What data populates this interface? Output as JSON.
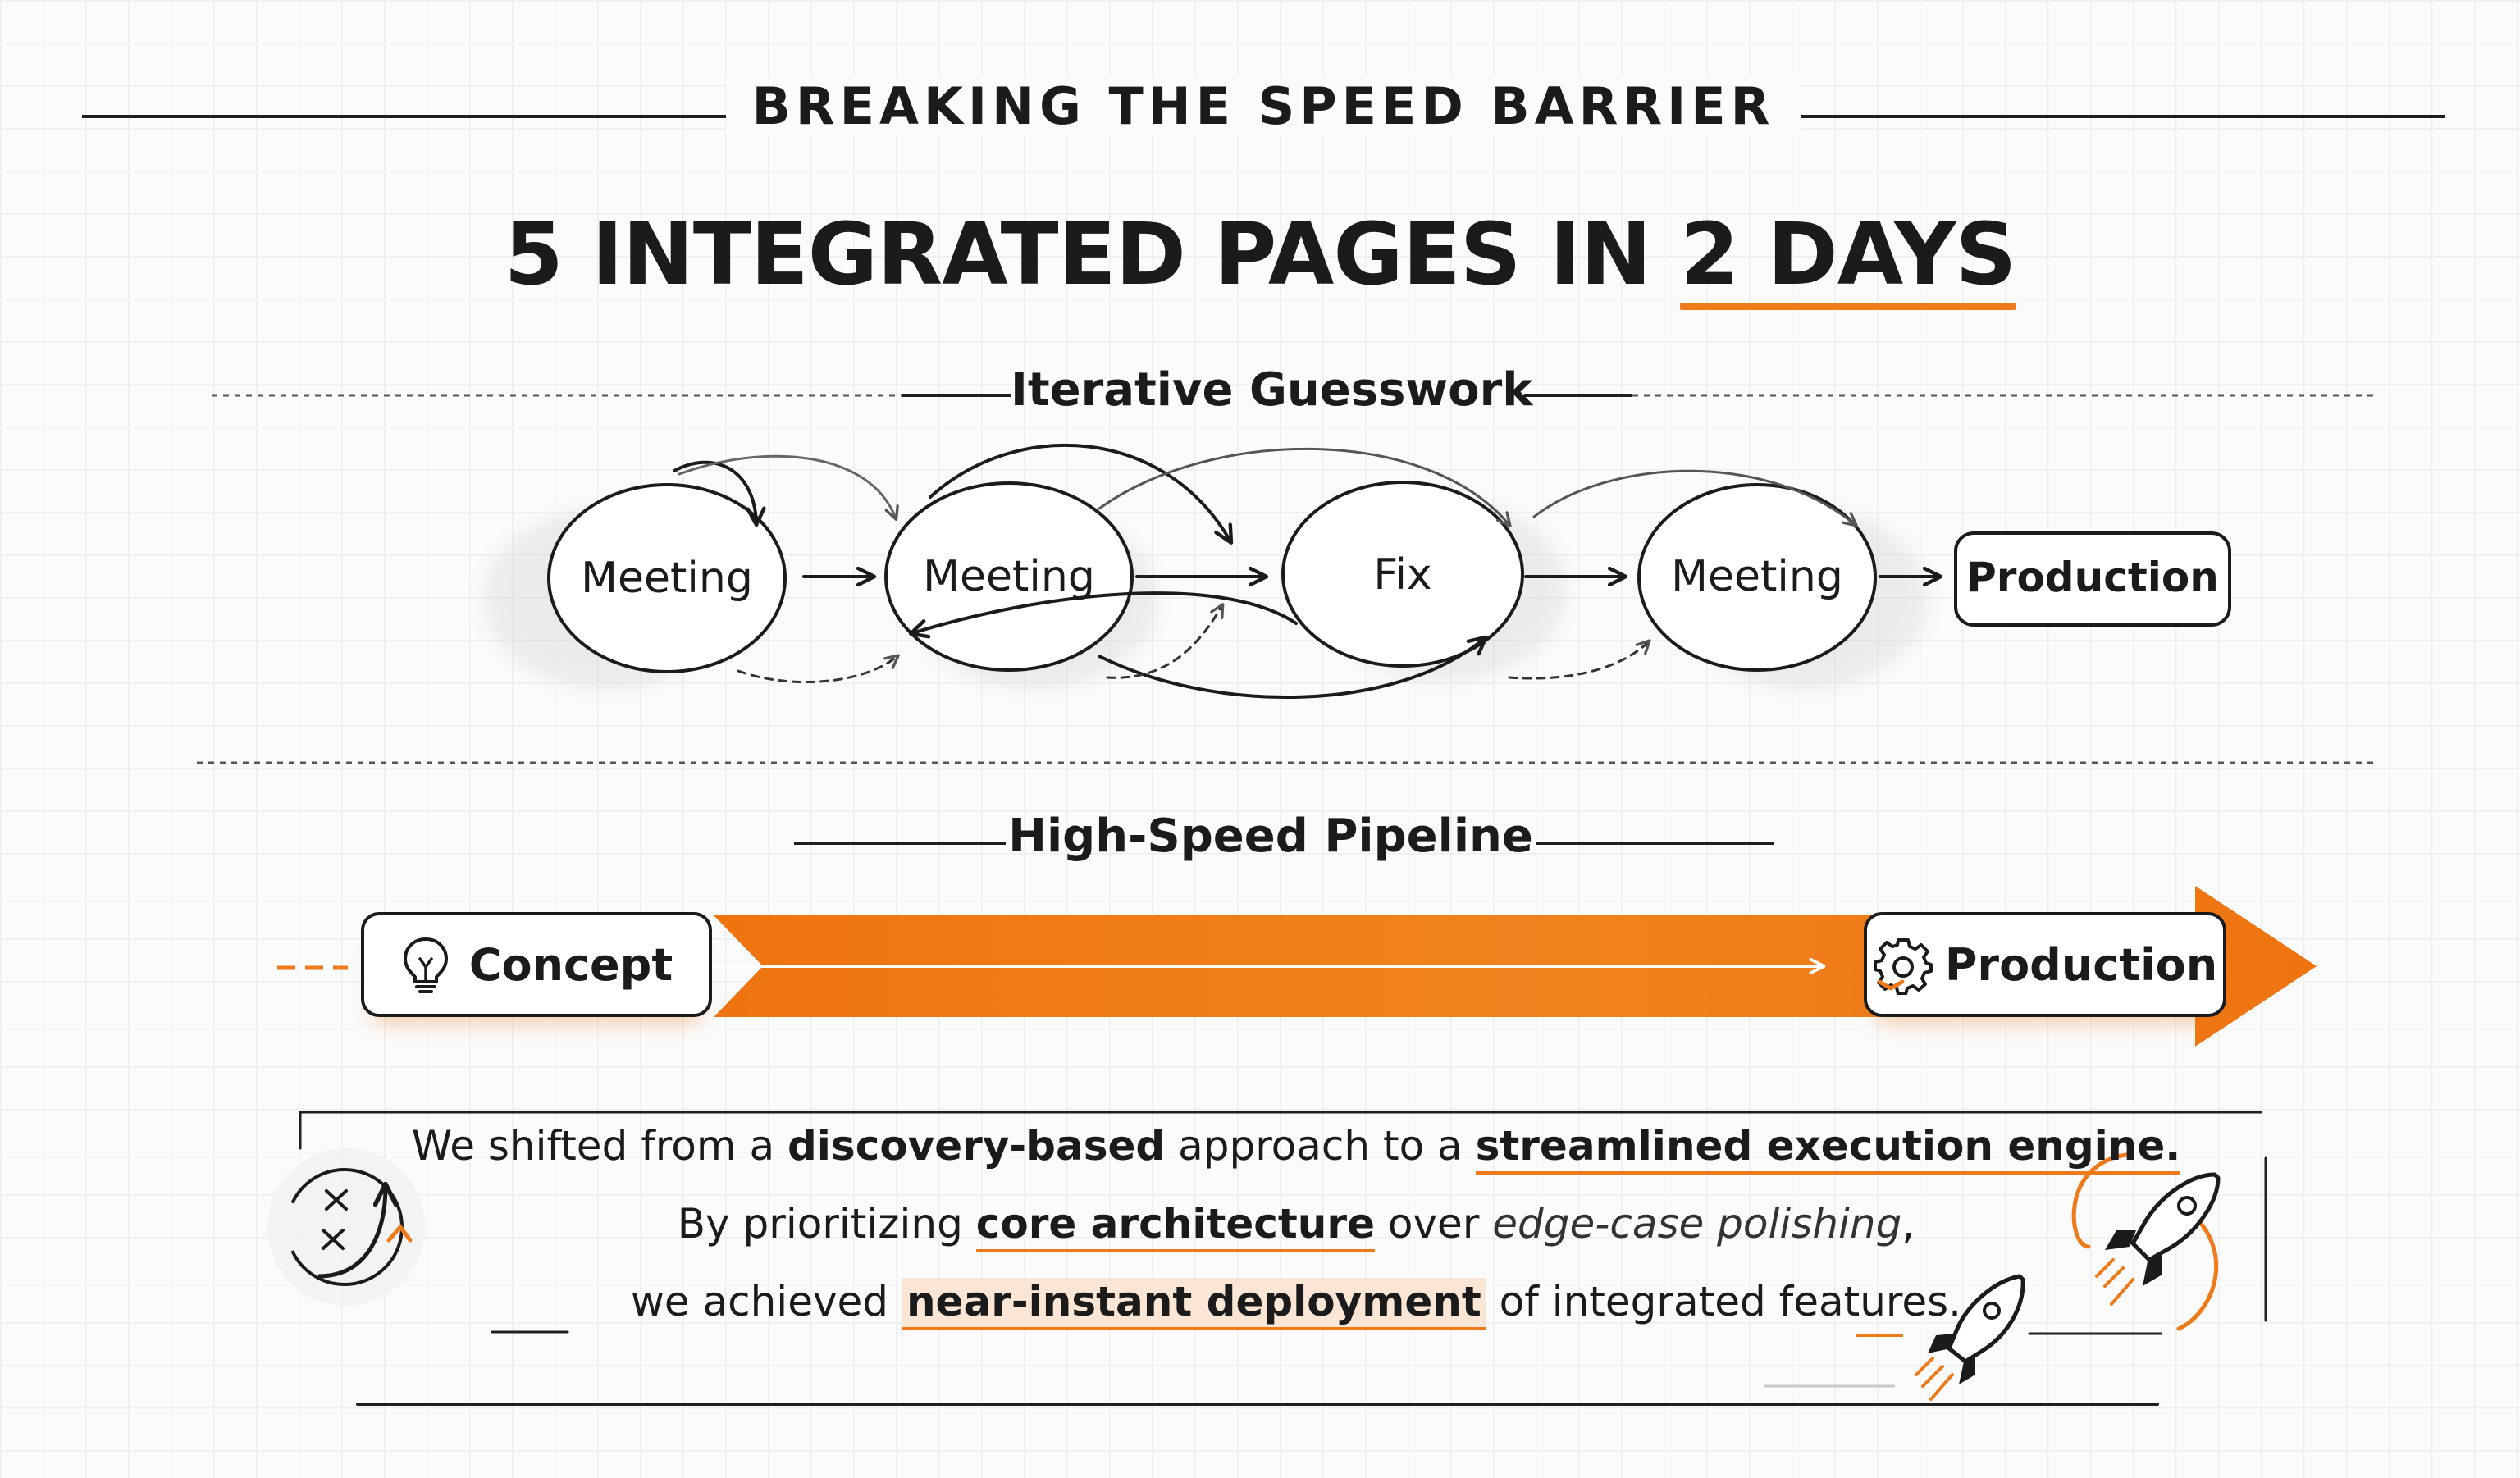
{
  "header": {
    "kicker": "BREAKING THE SPEED BARRIER",
    "title_prefix": "5 INTEGRATED PAGES IN ",
    "title_accent": "2 DAYS"
  },
  "iterative": {
    "title": "Iterative Guesswork",
    "nodes": [
      "Meeting",
      "Meeting",
      "Fix",
      "Meeting"
    ],
    "end_label": "Production"
  },
  "pipeline": {
    "title": "High-Speed Pipeline",
    "start_label": "Concept",
    "end_label": "Production"
  },
  "summary": {
    "l1_a": "We shifted from a ",
    "l1_b": "discovery-based",
    "l1_c": " approach to a ",
    "l1_d": "streamlined execution engine.",
    "l2_a": "By prioritizing ",
    "l2_b": "core architecture",
    "l2_c": " over ",
    "l2_d": "edge-case polishing",
    "l2_e": ",",
    "l3_a": "we achieved ",
    "l3_b": "near-instant deployment",
    "l3_c": " of integrated features."
  },
  "colors": {
    "accent": "#ef7a1a",
    "ink": "#1b1b1b",
    "highlight": "#fbe6d6"
  },
  "icons": [
    "lightbulb-icon",
    "gear-icon",
    "strategy-icon",
    "rocket-icon"
  ]
}
